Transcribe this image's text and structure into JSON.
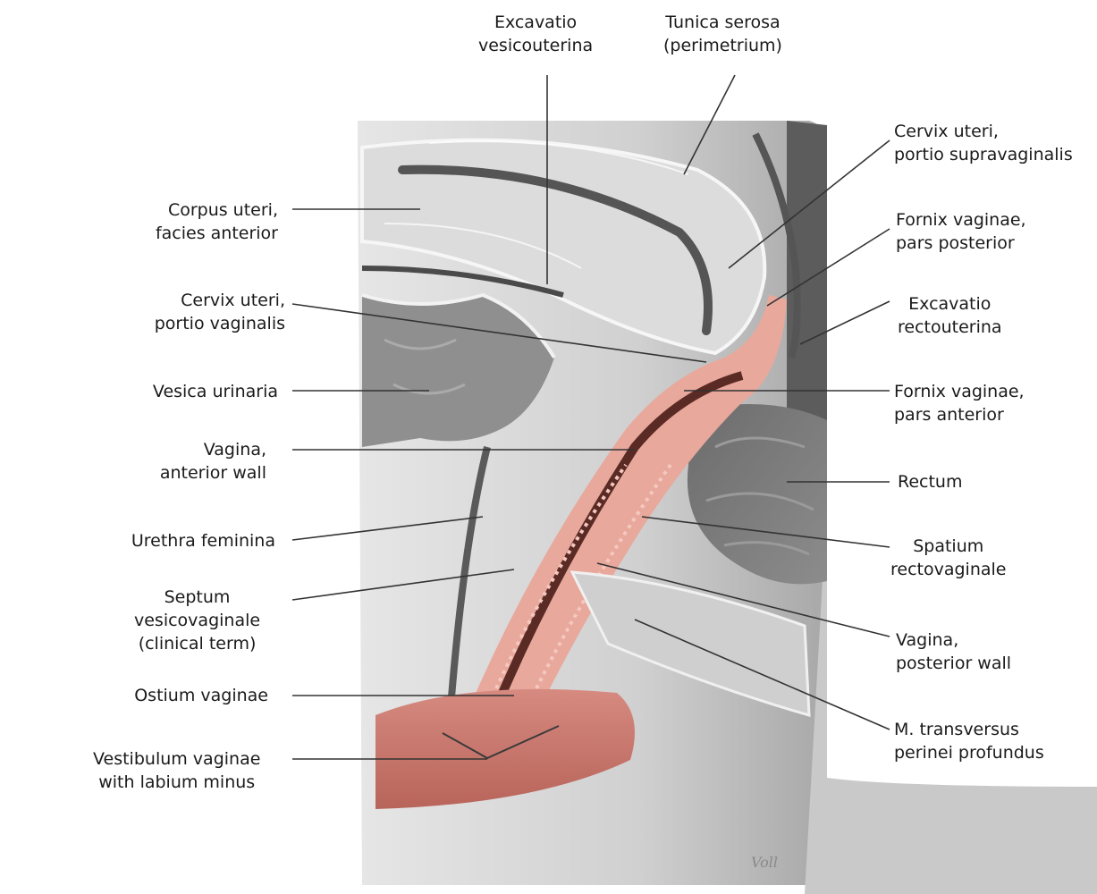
{
  "labels": {
    "excavatio_vesicouterina": [
      "Excavatio",
      "vesicouterina"
    ],
    "tunica_serosa": [
      "Tunica serosa",
      "(perimetrium)"
    ],
    "corpus_uteri": [
      "Corpus uteri,",
      "facies anterior"
    ],
    "cervix_portio_vaginalis": [
      "Cervix uteri,",
      "portio vaginalis"
    ],
    "vesica_urinaria": [
      "Vesica urinaria"
    ],
    "vagina_anterior_wall": [
      "Vagina,",
      "anterior wall"
    ],
    "urethra_feminina": [
      "Urethra feminina"
    ],
    "septum_vesicovaginale": [
      "Septum",
      "vesicovaginale",
      "(clinical term)"
    ],
    "ostium_vaginae": [
      "Ostium vaginae"
    ],
    "vestibulum_vaginae": [
      "Vestibulum vaginae",
      "with labium minus"
    ],
    "cervix_portio_supravaginalis": [
      "Cervix uteri,",
      "portio supravaginalis"
    ],
    "fornix_pars_posterior": [
      "Fornix vaginae,",
      "pars posterior"
    ],
    "excavatio_rectouterina": [
      "Excavatio",
      "rectouterina"
    ],
    "fornix_pars_anterior": [
      "Fornix vaginae,",
      "pars anterior"
    ],
    "rectum": [
      "Rectum"
    ],
    "spatium_rectovaginale": [
      "Spatium",
      "rectovaginale"
    ],
    "vagina_posterior_wall": [
      "Vagina,",
      "posterior wall"
    ],
    "m_transversus": [
      "M. transversus",
      "perinei profundus"
    ]
  },
  "artist_signature": "Voll"
}
